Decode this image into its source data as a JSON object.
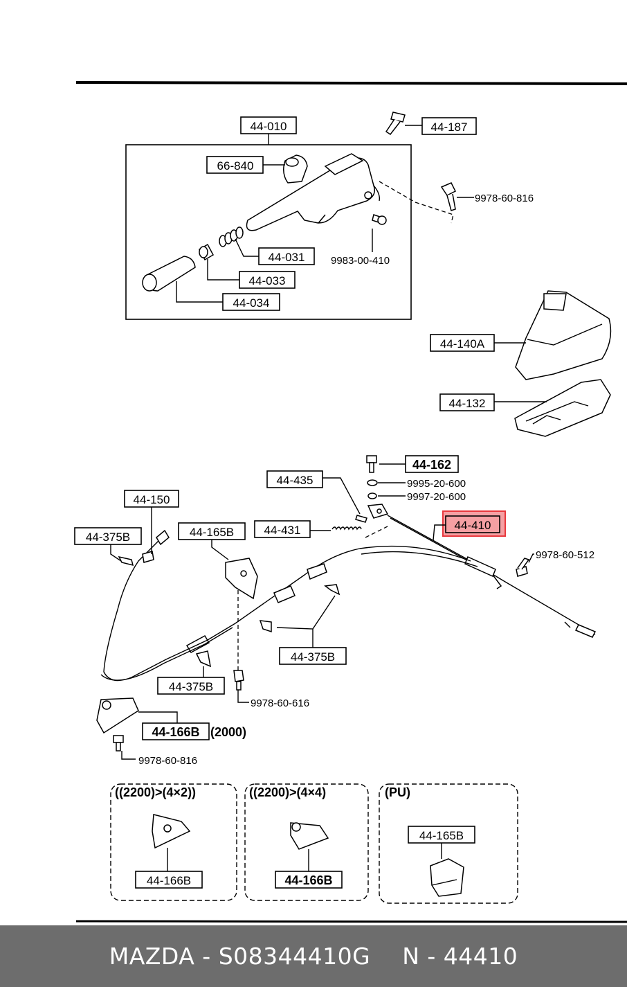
{
  "labels": {
    "l44010": "44-010",
    "l66840": "66-840",
    "l44187": "44-187",
    "l9978_60_816a": "9978-60-816",
    "l9983": "9983-00-410",
    "l44031": "44-031",
    "l44033": "44-033",
    "l44034": "44-034",
    "l44140A": "44-140A",
    "l44132": "44-132",
    "l44162": "44-162",
    "l9995": "9995-20-600",
    "l9997": "9997-20-600",
    "l44435": "44-435",
    "l44410": "44-410",
    "l44150": "44-150",
    "l44375B_a": "44-375B",
    "l44165B_a": "44-165B",
    "l44431": "44-431",
    "l9978_60_512": "9978-60-512",
    "l44375B_b": "44-375B",
    "l44375B_c": "44-375B",
    "l9978_60_616": "9978-60-616",
    "l44166B_a": "44-166B",
    "l2000": "(2000)",
    "l9978_60_816b": "9978-60-816",
    "variant1_title": "((2200)>(4×2))",
    "variant1_part": "44-166B",
    "variant2_title": "((2200)>(4×4)",
    "variant2_part": "44-166B",
    "variant3_title": "(PU)",
    "variant3_part": "44-165B"
  },
  "highlight_color": "#e8383d",
  "footer": {
    "left": "MAZDA - S08344410G",
    "right": "N - 44410"
  }
}
